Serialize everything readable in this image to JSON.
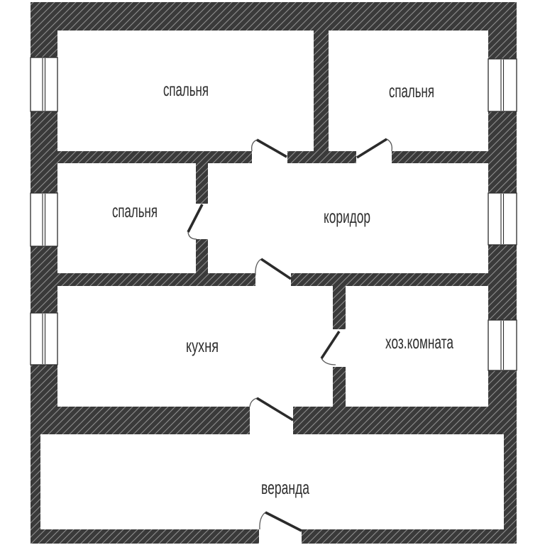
{
  "plan": {
    "type": "floor-plan",
    "language": "ru"
  },
  "rooms": [
    {
      "id": "bedroom-top-left",
      "label": "спальня"
    },
    {
      "id": "bedroom-top-right",
      "label": "спальня"
    },
    {
      "id": "bedroom-middle",
      "label": "спальня"
    },
    {
      "id": "corridor",
      "label": "коридор"
    },
    {
      "id": "kitchen",
      "label": "кухня"
    },
    {
      "id": "utility-room",
      "label": "хоз.комната"
    },
    {
      "id": "veranda",
      "label": "веранда"
    }
  ],
  "colors": {
    "background": "#ffffff",
    "wall_fill": "#3a3a3a",
    "wall_hatch": "#8f8f8f",
    "line": "#2b2b2b",
    "text": "#2e2e2e"
  }
}
